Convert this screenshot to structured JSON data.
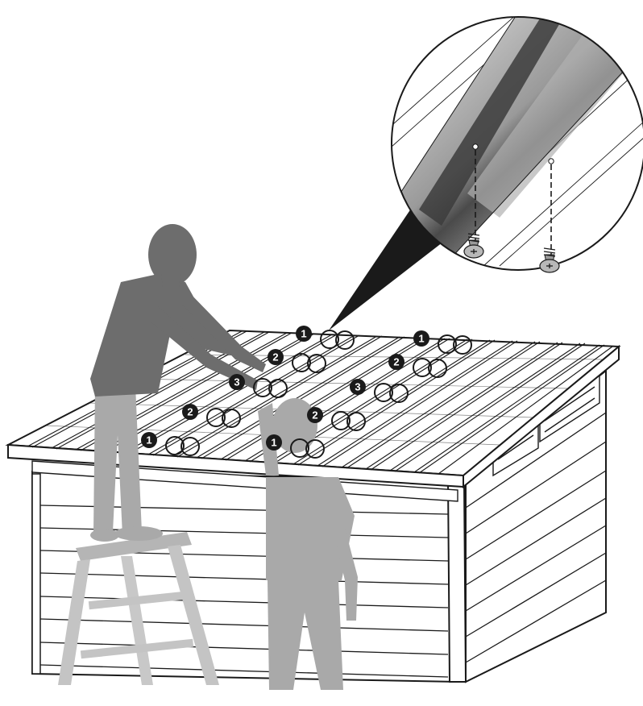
{
  "figure": {
    "step_markers": [
      {
        "label": "1",
        "group": "back-left"
      },
      {
        "label": "1",
        "group": "back-right"
      },
      {
        "label": "2",
        "group": "upper-left"
      },
      {
        "label": "2",
        "group": "upper-right"
      },
      {
        "label": "3",
        "group": "middle-left"
      },
      {
        "label": "3",
        "group": "middle-right"
      },
      {
        "label": "2",
        "group": "lower-left"
      },
      {
        "label": "2",
        "group": "lower-right"
      },
      {
        "label": "1",
        "group": "front-left"
      },
      {
        "label": "1",
        "group": "front-right"
      }
    ],
    "detail_inset": {
      "screw_count": 2,
      "icon": "screw-icon"
    },
    "colors": {
      "line": "#1a1a1a",
      "person_dark": "#6d6d6d",
      "person_light": "#a9a9a9",
      "ladder": "#b5b5b5",
      "marker": "#1a1a1a"
    }
  }
}
